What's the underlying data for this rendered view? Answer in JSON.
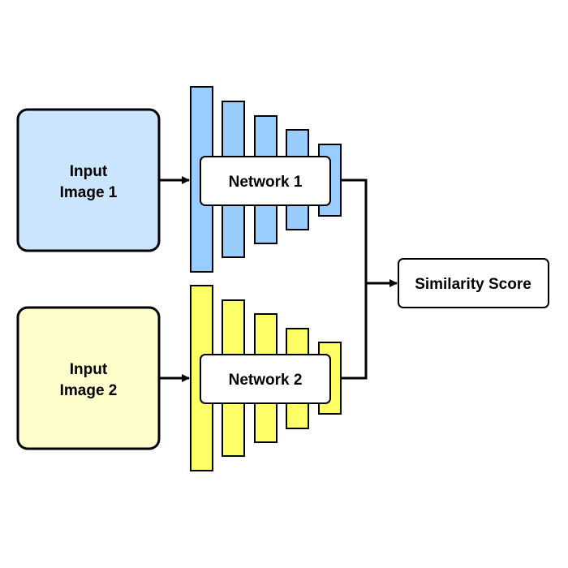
{
  "inputs": [
    {
      "line1": "Input",
      "line2": "Image 1",
      "fill": "#cce5ff"
    },
    {
      "line1": "Input",
      "line2": "Image 2",
      "fill": "#ffffcc"
    }
  ],
  "networks": [
    {
      "label": "Network 1",
      "layer_fill": "#99ccff"
    },
    {
      "label": "Network 2",
      "layer_fill": "#ffff66"
    }
  ],
  "output": {
    "label": "Similarity Score"
  },
  "colors": {
    "stroke": "#000000",
    "box_fill": "#ffffff"
  }
}
